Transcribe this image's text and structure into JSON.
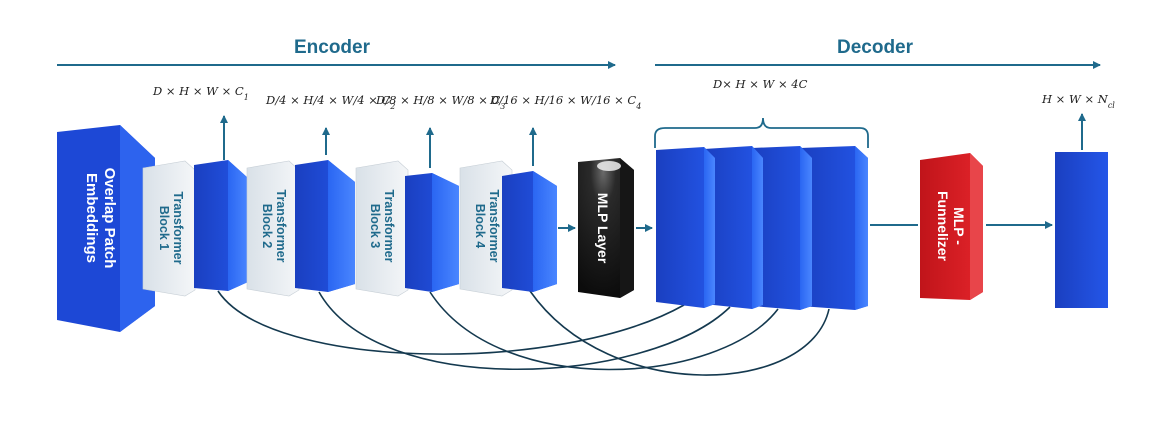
{
  "encoder": {
    "title": "Encoder",
    "patch_embedding": {
      "line1": "Overlap Patch",
      "line2": "Embeddings"
    },
    "blocks": [
      {
        "line1": "Transformer",
        "line2": "Block 1"
      },
      {
        "line1": "Transformer",
        "line2": "Block 2"
      },
      {
        "line1": "Transformer",
        "line2": "Block 3"
      },
      {
        "line1": "Transformer",
        "line2": "Block 4"
      }
    ],
    "outputs": [
      {
        "label": "D × H × W × C",
        "sub": "1"
      },
      {
        "label": "D/4 × H/4 × W/4 × C",
        "sub": "2"
      },
      {
        "label": "D/8 × H/8 × W/8 × C",
        "sub": "3"
      },
      {
        "label": "D/16 × H/16 × W/16 × C",
        "sub": "4"
      }
    ]
  },
  "mlp_layer": {
    "label": "MLP Layer"
  },
  "decoder": {
    "title": "Decoder",
    "concat_label": "D× H × W × 4C",
    "funnelizer": {
      "line1": "MLP -",
      "line2": "Funnelizer"
    },
    "output_label": "H × W × N",
    "output_sub": "cl"
  },
  "colors": {
    "accent": "#1f6a8c",
    "block_blue": "#1c4ddb",
    "transformer_fill": "#e8edf1",
    "funnelizer_red": "#d2181c",
    "mlp_black": "#1a1a1a",
    "connector": "#14394f"
  }
}
